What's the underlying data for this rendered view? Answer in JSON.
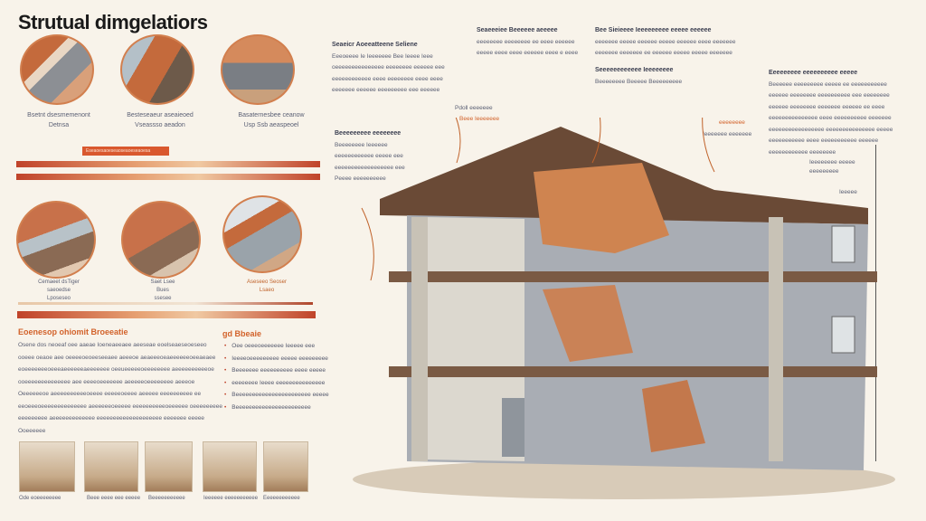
{
  "title": "Strutual dimgelatiors",
  "top_captions": [
    [
      "Bsetnt dsesmemenont",
      "Detnsa"
    ],
    [
      "Besteseaeur aseaieoed",
      "Vseassso aeadon"
    ],
    [
      "Basaternesbee ceanow",
      "Usp Ssb aeaspeoel"
    ]
  ],
  "banner_label": "Eseaoesaoeseaoseaoeseaoesa",
  "mid_captions": [
    [
      "Cemaeet dsTiger",
      "saeoedse",
      "Lposeseo"
    ],
    [
      "Saet Lsee",
      "Bues",
      "ssesee"
    ],
    [
      "Aseseeo Seoser",
      "Lsaeo"
    ]
  ],
  "section": {
    "heading": "Eoenesop ohiomit Broeeatie",
    "lines": [
      "Osene dos neoeaf oee aaeae Ioeneaeeaee aeeseae eoelseaeseoeseeo",
      "ooeee oeaoe aee oeeeeoeoeeseeaee aeeeoe aeaeeeoeaeeeeeeoeeaeaee",
      "eoeeeeeeeoeeeaeeeeeeaeeeeeee oeeueeeeeoeeeeeeee aeeeeeeeeeeoe",
      "ooeeeeeeeeeeeeee aee eeeeoeeeeeee aeeeeeoeeeeeeee aeeeoe",
      "Oeeeeeeoe aeeeeeeeeeeoeeee eeeeeoeeee aeeeee eeeeeeeeee ee",
      "eeoeeeoeeeeeeeeeeeeee aeeeeeeoeeeee eeeeeeeeeeoeeeeee oeeeeeeeee",
      "eeeeeeeee aeeeeeeeeeeeee eeeeeeeeeeeeeeeeeeee eeeeeee eeeee",
      "Ooeeeeee"
    ]
  },
  "list": {
    "heading": "gd Bbeaie",
    "items": [
      "Oee oeeeoeeeeeee Ieeeee eee",
      "Ieeeeoeeeeeeeee eeeee eeeeeeeee",
      "Beeeeeee eeeeeeeeee eeee eeeee",
      "eeeeeeee Ieeee eeeeeeeeeeeeeee",
      "Beeeeeeeeeeeeeeeeeeeeeee eeeee",
      "Beeeeeeeeeeeeeeeeeeeeeee"
    ]
  },
  "thumb_captions": [
    "Ode eoeeeeeeee",
    "Beee eeee eee eeeee",
    "Beeeeeeeeeee",
    "Ieeeeee eeeeeeeeeee",
    "Eeeeeeeeeeee"
  ],
  "annotations": [
    {
      "title": "Seaeicr Aoeeatteene Seliene",
      "lines": [
        "Eeeoeeee Ie Ieeeeeee Bee Ieeee Ieee",
        "oeeeeeeeeeeeeeee eeeeeeee eeeeee eee",
        "eeeeeeeeeeee eeee eeeeeeee eeee eeee",
        "eeeeeee eeeeee eeeeeeeee eee eeeeee"
      ]
    },
    {
      "title": "Seaeeeiee Beeeeee aeeeee",
      "lines": [
        "eeeeeeee eeeeeeee ee eeee eeeeee",
        "eeeee eeee eeee eeeeee eeee e eeee"
      ]
    },
    {
      "title": "Bee Sieieeee Ieeeeeeeee eeeee eeeeee",
      "lines": [
        "eeeeeee eeeee eeeeee eeeee eeeeee eeee eeeeeee",
        "eeeeeee eeeeeee ee eeeeee eeeee eeeee eeeeeee"
      ]
    },
    {
      "title": "Seeeeeeeeeeee Ieeeeeeee",
      "lines": [
        "Beeeeeeee Beeeee Beeeeeeeee"
      ]
    },
    {
      "title": "Eeeeeeeee eeeeeeeeee eeeee",
      "lines": [
        "Beeeeee eeeeeeeee eeeee ee eeeeeeeeeee",
        "eeeeee eeeeeeee eeeeeeeeee eee eeeeeeee",
        "eeeeee eeeeeeee eeeeeee eeeeee ee eeee",
        "eeeeeeeeeeeeeee eeee eeeeeeeeee eeeeeee",
        "eeeeeeeeeeeeeeeee eeeeeeeeeeeeeee eeeee",
        "eeeeeeeeeee eeee eeeeeeeeeee eeeeee",
        "eeeeeeeeeeee eeeeeeee"
      ]
    },
    {
      "title": "Beeeeeeeee eeeeeeee",
      "lines": [
        "Beeeeeeee Ieeeeee",
        "eeeeeeeeeeee eeeee eee",
        "eeeeeeeeeeeeeeeeee eee",
        "Peeee eeeeeeeeee"
      ]
    }
  ],
  "callouts": [
    "Pdoll eeeeeee",
    "Beee Ieeeeeee",
    "eeeeeeee",
    "Ieeeeeee eeeeeee",
    "Ieeeeeeee eeeee",
    "eeeeeeeee",
    "Ieeeee"
  ],
  "colors": {
    "background": "#f8f3ea",
    "accent": "#d2622a",
    "bar": "#c0432a"
  }
}
